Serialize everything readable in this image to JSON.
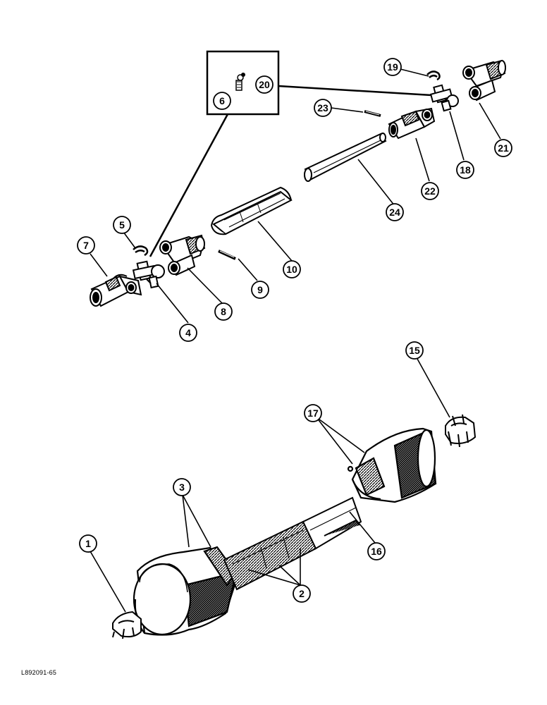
{
  "figure": {
    "reference_code": "L892091-65",
    "callouts": [
      "1",
      "2",
      "3",
      "4",
      "5",
      "6",
      "7",
      "8",
      "9",
      "10",
      "15",
      "16",
      "17",
      "18",
      "19",
      "20",
      "21",
      "22",
      "23",
      "24"
    ]
  }
}
